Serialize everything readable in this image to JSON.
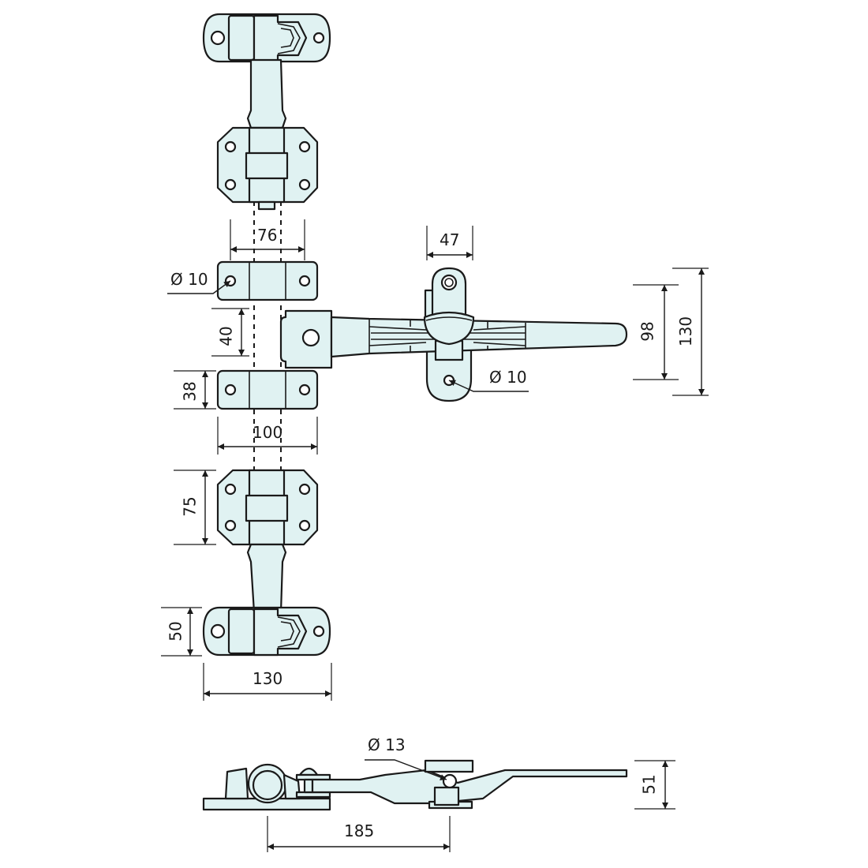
{
  "drawing": {
    "title": "Rod lock door hardware — dimensional drawing",
    "colors": {
      "part_fill": "#e0f2f2",
      "line": "#1a1a1a",
      "background": "#ffffff"
    }
  },
  "dimensions": {
    "keeper_width": "76",
    "guide_hole_dia": "Ø 10",
    "guide_gap": "40",
    "guide_height": "38",
    "guide_length": "100",
    "hinge_height": "75",
    "cam_height": "50",
    "cam_width": "130",
    "handle_hub_width": "47",
    "handle_hole_dia": "Ø 10",
    "handle_inner_height": "98",
    "handle_outer_height": "130",
    "side_pin_dia": "Ø 13",
    "side_offset": "185",
    "side_height": "51"
  },
  "views": [
    {
      "name": "front-view",
      "parts": [
        "top-cam-keeper",
        "top-rod-bracket",
        "upper-rod-guide",
        "handle-hub-bracket",
        "lower-rod-guide",
        "bottom-rod-bracket",
        "bottom-cam-keeper",
        "handle"
      ]
    },
    {
      "name": "side-view",
      "parts": [
        "cam-keeper-side",
        "handle-side"
      ]
    }
  ]
}
